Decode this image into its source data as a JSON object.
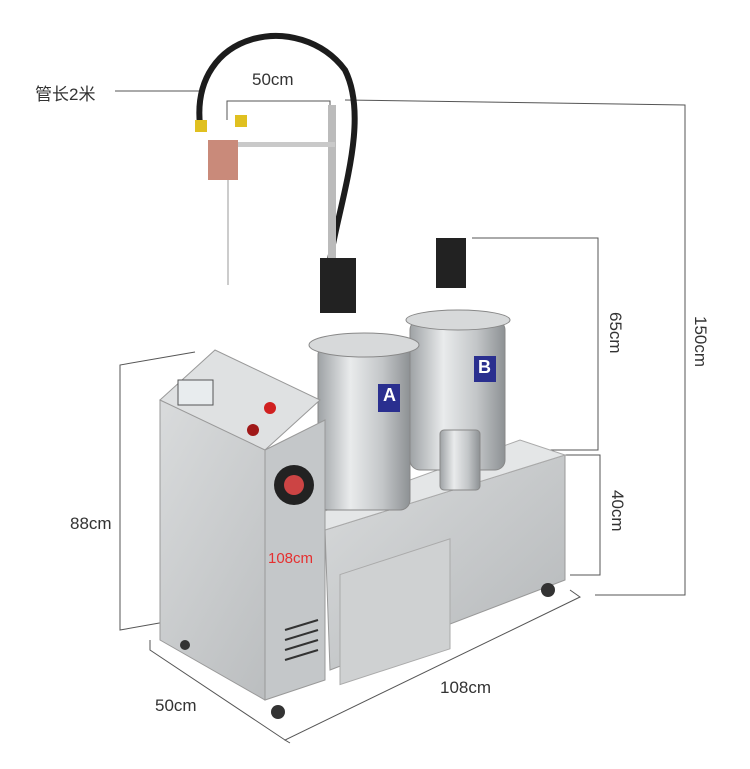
{
  "labels": {
    "hose_length": "管长2米",
    "arm_length": "50cm",
    "total_height": "150cm",
    "tank_height": "65cm",
    "base_height": "40cm",
    "cabinet_height": "88cm",
    "depth": "50cm",
    "length": "108cm",
    "inner_length": "108cm",
    "tank_a": "A",
    "tank_b": "B"
  },
  "colors": {
    "dimension_line": "#555555",
    "accent_red": "#e53030",
    "tank_label": "#2a2f8f",
    "steel": "#c8cacc"
  }
}
